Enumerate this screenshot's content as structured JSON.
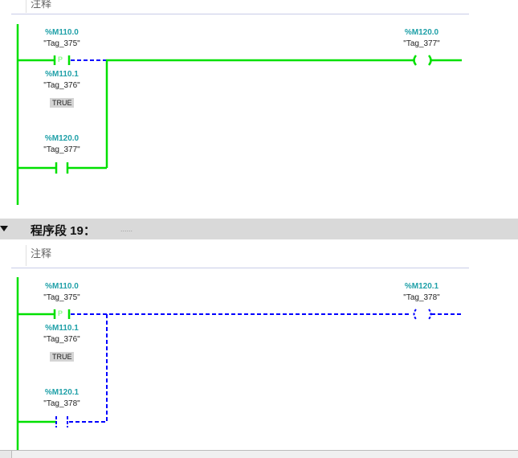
{
  "network18": {
    "comment": "注释",
    "contact1": {
      "address": "%M110.0",
      "tag": "\"Tag_375\"",
      "edge": "P"
    },
    "edge_memory": {
      "address": "%M110.1",
      "tag": "\"Tag_376\"",
      "value": "TRUE"
    },
    "contact2": {
      "address": "%M120.0",
      "tag": "\"Tag_377\""
    },
    "coil": {
      "address": "%M120.0",
      "tag": "\"Tag_377\""
    }
  },
  "network19": {
    "title": "程序段 19：",
    "title_placeholder": "......",
    "comment": "注释",
    "contact1": {
      "address": "%M110.0",
      "tag": "\"Tag_375\"",
      "edge": "P"
    },
    "edge_memory": {
      "address": "%M110.1",
      "tag": "\"Tag_376\"",
      "value": "TRUE"
    },
    "contact2": {
      "address": "%M120.1",
      "tag": "\"Tag_378\""
    },
    "coil": {
      "address": "%M120.1",
      "tag": "\"Tag_378\""
    }
  },
  "colors": {
    "energized": "#00e000",
    "not_energized": "#0000ff",
    "address": "#1fa0a8"
  }
}
